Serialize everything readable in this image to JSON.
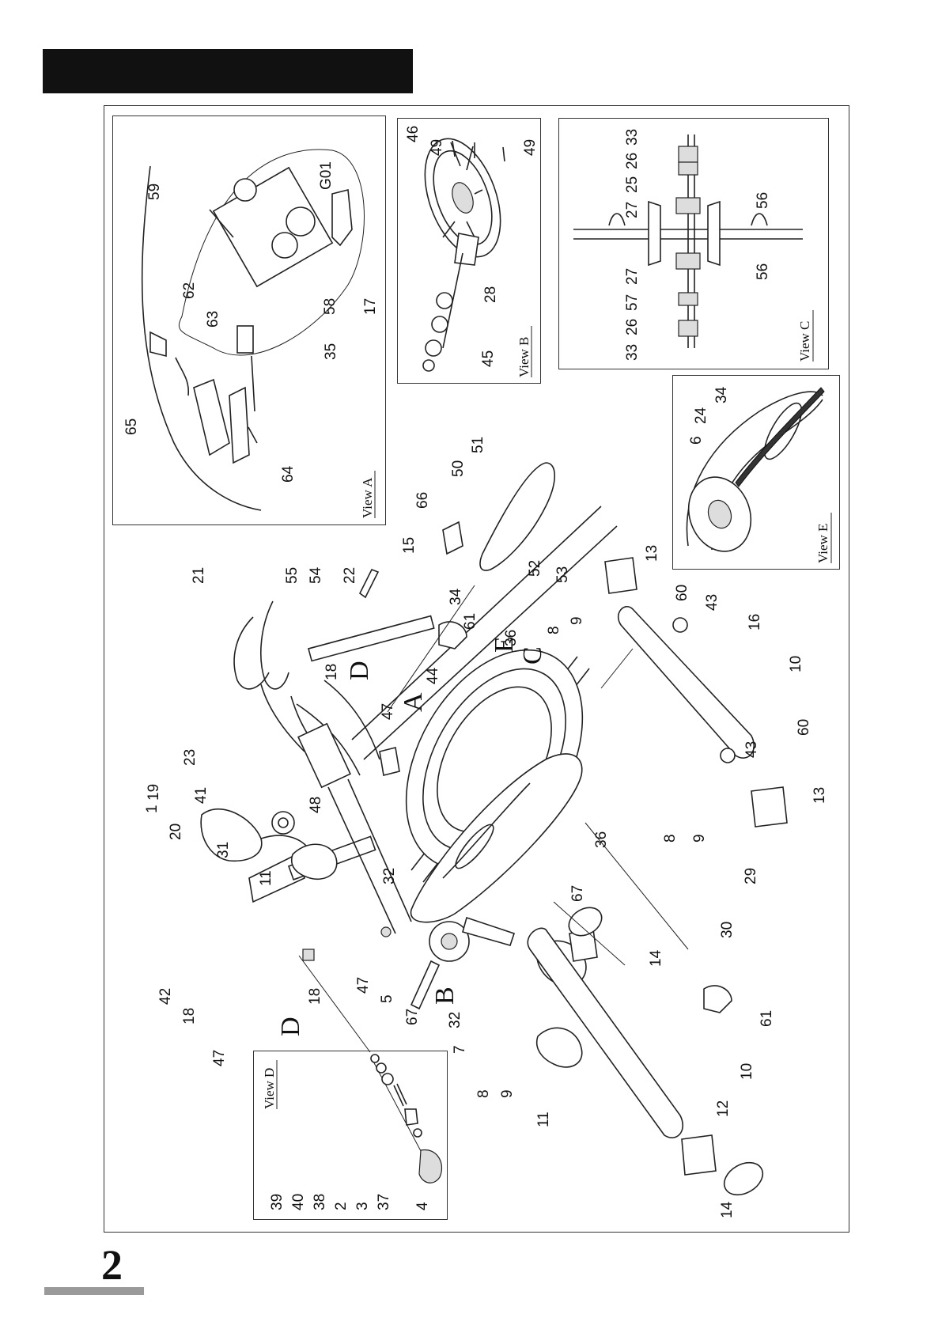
{
  "page": {
    "number": "2"
  },
  "views": {
    "a": {
      "caption": "View A"
    },
    "b": {
      "caption": "View B"
    },
    "c": {
      "caption": "View C"
    },
    "d": {
      "caption": "View D"
    },
    "e": {
      "caption": "View E"
    }
  },
  "section_letters": [
    "A",
    "B",
    "C",
    "D",
    "D",
    "E"
  ],
  "view_a_labels": [
    "59",
    "G01",
    "62",
    "63",
    "58",
    "17",
    "65",
    "35",
    "64"
  ],
  "view_b_labels": [
    "46",
    "49",
    "49",
    "28",
    "45"
  ],
  "view_c_labels": [
    "33",
    "26",
    "25",
    "27",
    "56",
    "27",
    "57",
    "26",
    "33",
    "56"
  ],
  "view_d_labels": [
    "39",
    "40",
    "38",
    "2",
    "3",
    "37",
    "4"
  ],
  "view_e_labels": [
    "34",
    "24",
    "6"
  ],
  "main_labels": [
    "1",
    "41",
    "48",
    "42",
    "18",
    "47",
    "18",
    "47",
    "5",
    "67",
    "7",
    "32",
    "20",
    "19",
    "31",
    "11",
    "23",
    "21",
    "55",
    "54",
    "22",
    "18",
    "47",
    "44",
    "32",
    "15",
    "66",
    "50",
    "51",
    "52",
    "53",
    "34",
    "61",
    "36",
    "8",
    "9",
    "13",
    "60",
    "43",
    "16",
    "10",
    "60",
    "43",
    "13",
    "8",
    "9",
    "36",
    "67",
    "14",
    "29",
    "30",
    "61",
    "8",
    "9",
    "11",
    "12",
    "10",
    "14"
  ]
}
